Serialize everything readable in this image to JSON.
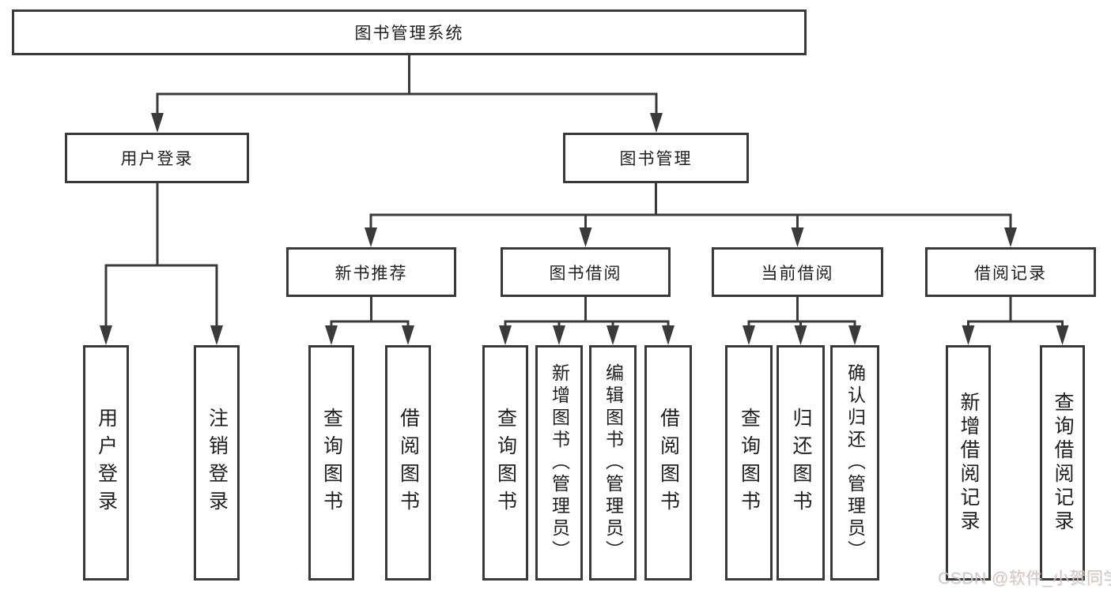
{
  "tree": {
    "label": "图书管理系统",
    "children": [
      {
        "label": "用户登录",
        "children": [
          {
            "label": "用户登录"
          },
          {
            "label": "注销登录"
          }
        ]
      },
      {
        "label": "图书管理",
        "children": [
          {
            "label": "新书推荐",
            "children": [
              {
                "label": "查询图书"
              },
              {
                "label": "借阅图书"
              }
            ]
          },
          {
            "label": "图书借阅",
            "children": [
              {
                "label": "查询图书"
              },
              {
                "label": "新增图书（管理员）"
              },
              {
                "label": "编辑图书（管理员）"
              },
              {
                "label": "借阅图书"
              }
            ]
          },
          {
            "label": "当前借阅",
            "children": [
              {
                "label": "查询图书"
              },
              {
                "label": "归还图书"
              },
              {
                "label": "确认归还（管理员）"
              }
            ]
          },
          {
            "label": "借阅记录",
            "children": [
              {
                "label": "新增借阅记录"
              },
              {
                "label": "查询借阅记录"
              }
            ]
          }
        ]
      }
    ]
  },
  "watermark": "CSDN @软件_小贺同学",
  "colors": {
    "line": "#3a3a3a",
    "text": "#1f1f1f",
    "background": "#ffffff",
    "watermark": "#c9c9c9"
  }
}
